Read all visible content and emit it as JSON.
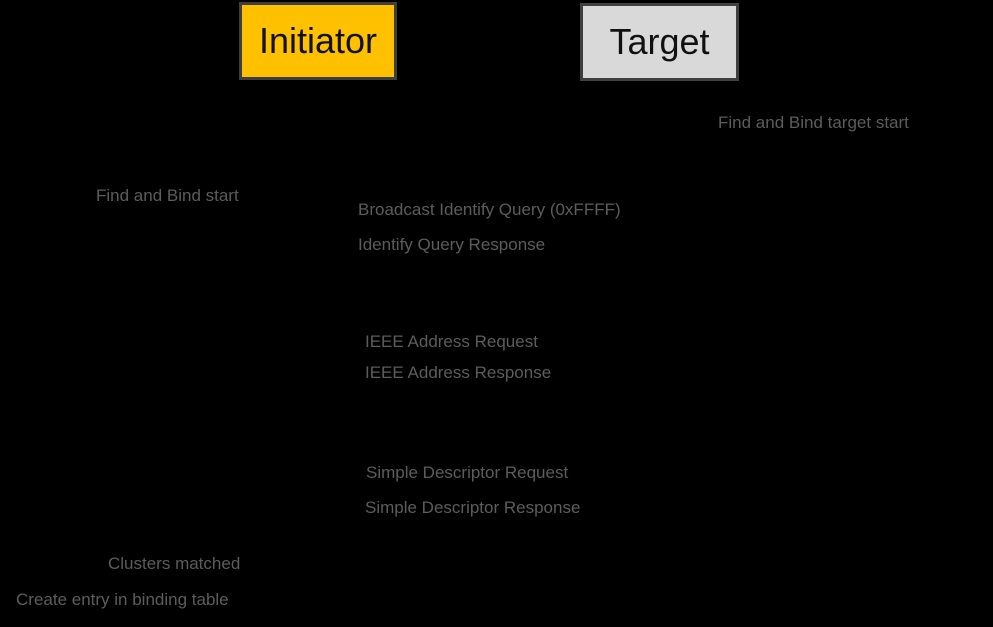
{
  "diagram": {
    "type": "sequence-diagram",
    "background_color": "#000000",
    "label_text_color": "#5C5C5C",
    "actors": [
      {
        "id": "initiator",
        "label": "Initiator",
        "fill_color": "#FFC000",
        "border_color": "#3E3E3E",
        "text_color": "#111111"
      },
      {
        "id": "target",
        "label": "Target",
        "fill_color": "#D9D9D9",
        "border_color": "#404040",
        "text_color": "#111111"
      }
    ],
    "annotations": [
      {
        "id": "find-bind-target-start",
        "label": "Find and Bind target start",
        "side": "target"
      },
      {
        "id": "find-bind-start",
        "label": "Find and Bind start",
        "side": "initiator"
      },
      {
        "id": "clusters-matched",
        "label": "Clusters matched",
        "side": "initiator"
      },
      {
        "id": "create-entry-binding-table",
        "label": "Create entry in binding table",
        "side": "initiator"
      }
    ],
    "messages": [
      {
        "id": "broadcast-identify-query",
        "label": "Broadcast Identify Query (0xFFFF)"
      },
      {
        "id": "identify-query-response",
        "label": "Identify Query Response"
      },
      {
        "id": "ieee-address-request",
        "label": "IEEE Address Request"
      },
      {
        "id": "ieee-address-response",
        "label": "IEEE Address Response"
      },
      {
        "id": "simple-descriptor-request",
        "label": "Simple Descriptor Request"
      },
      {
        "id": "simple-descriptor-response",
        "label": "Simple Descriptor Response"
      }
    ]
  }
}
